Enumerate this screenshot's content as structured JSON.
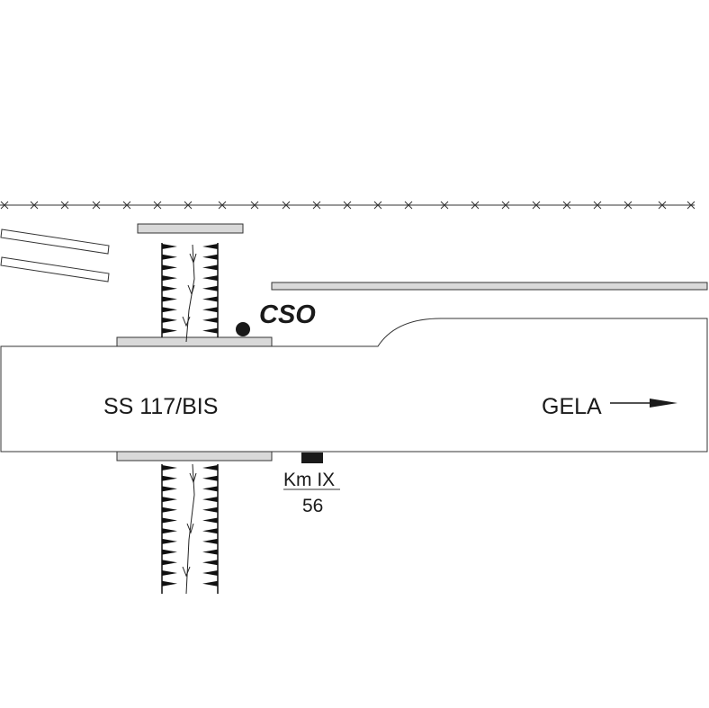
{
  "labels": {
    "road": "SS 117/BIS",
    "direction": "GELA",
    "station": "CSO",
    "km_label": "Km IX",
    "km_value": "56"
  },
  "colors": {
    "bar_fill": "#d9d9d9",
    "line": "#1a1a1a"
  }
}
